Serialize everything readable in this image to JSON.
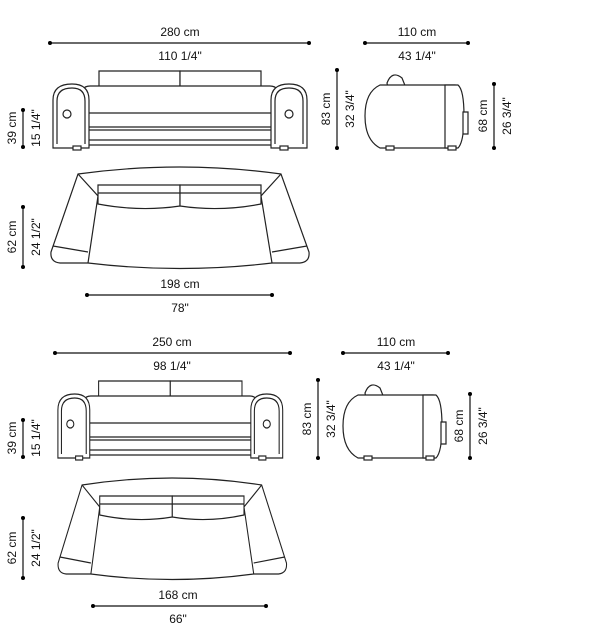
{
  "sofa_large": {
    "front": {
      "width_cm": "280 cm",
      "width_in": "110 1/4\"",
      "seat_cm": "39 cm",
      "seat_in": "15 1/4\""
    },
    "side": {
      "depth_cm": "110 cm",
      "depth_in": "43 1/4\"",
      "height_cm": "83 cm",
      "height_in": "32 3/4\"",
      "arm_cm": "68 cm",
      "arm_in": "26 3/4\""
    },
    "top": {
      "seat_depth_cm": "62 cm",
      "seat_depth_in": "24 1/2\"",
      "seat_width_cm": "198 cm",
      "seat_width_in": "78\""
    }
  },
  "sofa_small": {
    "front": {
      "width_cm": "250 cm",
      "width_in": "98 1/4\"",
      "seat_cm": "39 cm",
      "seat_in": "15 1/4\""
    },
    "side": {
      "depth_cm": "110 cm",
      "depth_in": "43 1/4\"",
      "height_cm": "83 cm",
      "height_in": "32 3/4\"",
      "arm_cm": "68 cm",
      "arm_in": "26 3/4\""
    },
    "top": {
      "seat_depth_cm": "62 cm",
      "seat_depth_in": "24 1/2\"",
      "seat_width_cm": "168 cm",
      "seat_width_in": "66\""
    }
  }
}
